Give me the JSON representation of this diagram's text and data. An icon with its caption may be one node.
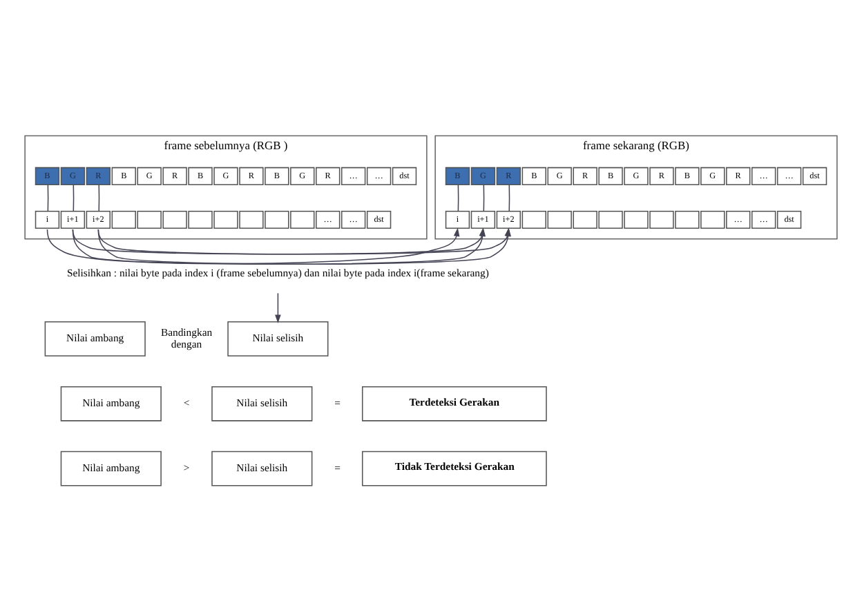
{
  "diagram": {
    "nodes": [
      {
        "text": [
          "frame sebelumnya (RGB )"
        ]
      },
      {
        "text": [
          "B"
        ],
        "in": 0
      },
      {
        "text": [
          "G"
        ],
        "in": 0
      },
      {
        "text": [
          "R"
        ],
        "in": 0
      },
      {
        "text": [
          "B"
        ],
        "in": 0
      },
      {
        "text": [
          "G"
        ],
        "in": 0
      },
      {
        "text": [
          "R"
        ],
        "in": 0
      },
      {
        "text": [
          "B"
        ],
        "in": 0
      },
      {
        "text": [
          "G"
        ],
        "in": 0
      },
      {
        "text": [
          "R"
        ],
        "in": 0
      },
      {
        "text": [
          "B"
        ],
        "in": 0
      },
      {
        "text": [
          "G"
        ],
        "in": 0
      },
      {
        "text": [
          "R"
        ],
        "in": 0
      },
      {
        "text": [
          "…"
        ],
        "in": 0
      },
      {
        "text": [
          "…"
        ],
        "in": 0
      },
      {
        "text": [
          "dst"
        ],
        "in": 0
      },
      {
        "text": [
          "i"
        ],
        "in": 0
      },
      {
        "text": [
          "i+1"
        ],
        "in": 0
      },
      {
        "text": [
          "i+2"
        ],
        "in": 0
      },
      {
        "text": [],
        "shape": "box",
        "in": 0
      },
      {
        "text": [],
        "shape": "box",
        "in": 0
      },
      {
        "text": [],
        "shape": "box",
        "in": 0
      },
      {
        "text": [],
        "shape": "box",
        "in": 0
      },
      {
        "text": [],
        "shape": "box",
        "in": 0
      },
      {
        "text": [],
        "shape": "box",
        "in": 0
      },
      {
        "text": [],
        "shape": "box",
        "in": 0
      },
      {
        "text": [],
        "shape": "box",
        "in": 0
      },
      {
        "text": [
          "…"
        ],
        "in": 0
      },
      {
        "text": [
          "…"
        ],
        "in": 0
      },
      {
        "text": [
          "dst"
        ],
        "in": 0
      },
      {
        "text": [
          "frame sekarang (RGB)"
        ]
      },
      {
        "text": [
          "B"
        ],
        "in": 30
      },
      {
        "text": [
          "G"
        ],
        "in": 30
      },
      {
        "text": [
          "R"
        ],
        "in": 30
      },
      {
        "text": [
          "B"
        ],
        "in": 30
      },
      {
        "text": [
          "G"
        ],
        "in": 30
      },
      {
        "text": [
          "R"
        ],
        "in": 30
      },
      {
        "text": [
          "B"
        ],
        "in": 30
      },
      {
        "text": [
          "G"
        ],
        "in": 30
      },
      {
        "text": [
          "R"
        ],
        "in": 30
      },
      {
        "text": [
          "B"
        ],
        "in": 30
      },
      {
        "text": [
          "G"
        ],
        "in": 30
      },
      {
        "text": [
          "R"
        ],
        "in": 30
      },
      {
        "text": [
          "…"
        ],
        "in": 30
      },
      {
        "text": [
          "…"
        ],
        "in": 30
      },
      {
        "text": [
          "dst"
        ],
        "in": 30
      },
      {
        "text": [
          "i"
        ],
        "in": 30
      },
      {
        "text": [
          "i+1"
        ],
        "in": 30
      },
      {
        "text": [
          "i+2"
        ],
        "in": 30
      },
      {
        "text": [],
        "shape": "box",
        "in": 30
      },
      {
        "text": [],
        "shape": "box",
        "in": 30
      },
      {
        "text": [],
        "shape": "box",
        "in": 30
      },
      {
        "text": [],
        "shape": "box",
        "in": 30
      },
      {
        "text": [],
        "shape": "box",
        "in": 30
      },
      {
        "text": [],
        "shape": "box",
        "in": 30
      },
      {
        "text": [],
        "shape": "box",
        "in": 30
      },
      {
        "text": [],
        "shape": "box",
        "in": 30
      },
      {
        "text": [
          "…"
        ],
        "in": 30
      },
      {
        "text": [
          "…"
        ],
        "in": 30
      },
      {
        "text": [
          "dst"
        ],
        "in": 30
      },
      {
        "text": [
          "Selisihkan : nilai byte pada index i (frame sebelumnya) dan nilai byte pada index i(frame sekarang)"
        ]
      },
      {
        "text": [
          "Nilai ambang"
        ]
      },
      {
        "text": [
          "Nilai selisih"
        ]
      },
      {
        "text": [
          "Nilai ambang"
        ]
      },
      {
        "text": [
          "Nilai selisih"
        ]
      },
      {
        "text": [
          "Terdeteksi Gerakan"
        ]
      },
      {
        "text": [
          "Nilai ambang"
        ]
      },
      {
        "text": [
          "Nilai selisih"
        ]
      },
      {
        "text": [
          "Tidak Terdeteksi Gerakan"
        ]
      }
    ],
    "edges": [
      {
        "from": 1,
        "to": 16,
        "arrow": "none"
      },
      {
        "from": 2,
        "to": 17,
        "arrow": "none"
      },
      {
        "from": 3,
        "to": 18,
        "arrow": "none"
      },
      {
        "from": 31,
        "to": 46,
        "arrow": "none"
      },
      {
        "from": 32,
        "to": 47,
        "arrow": "none"
      },
      {
        "from": 33,
        "to": 48,
        "arrow": "none"
      },
      {
        "from": 16,
        "to": 46,
        "arrow": "to"
      },
      {
        "from": 17,
        "to": 47,
        "arrow": "to"
      },
      {
        "from": 18,
        "to": 48,
        "arrow": "to"
      },
      {
        "from": 60,
        "to": 62,
        "arrow": "to"
      }
    ],
    "labels": [
      "Bandingkan dengan",
      "<",
      "=",
      ">",
      "="
    ]
  }
}
